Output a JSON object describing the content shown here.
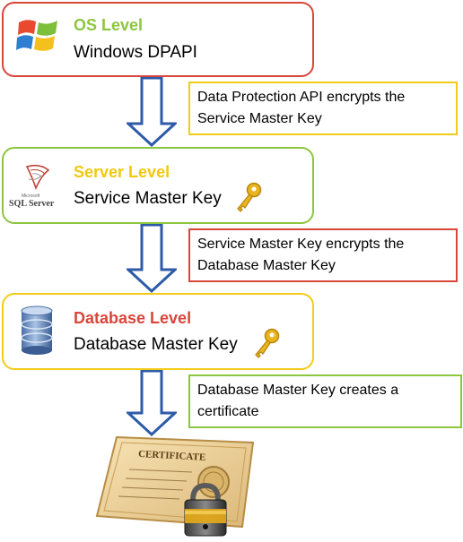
{
  "levels": {
    "os": {
      "title": "OS Level",
      "subtitle": "Windows DPAPI",
      "border_color": "#d9463b",
      "title_color": "#8cc63f"
    },
    "server": {
      "title": "Server Level",
      "subtitle": "Service Master Key",
      "border_color": "#8cc63f",
      "title_color": "#f2c80f",
      "logo_text": "SQL Server",
      "logo_small": "Microsoft"
    },
    "database": {
      "title": "Database Level",
      "subtitle": "Database Master Key",
      "border_color": "#f2cc18",
      "title_color": "#d9463b"
    }
  },
  "notes": [
    {
      "text_line1": "Data Protection API encrypts the",
      "text_line2": "Service Master Key",
      "border_color": "#f2cc18"
    },
    {
      "text_line1": "Service Master Key encrypts the",
      "text_line2": "Database Master Key",
      "border_color": "#d9463b"
    },
    {
      "text_line1": "Database Master Key creates a",
      "text_line2": "certificate",
      "border_color": "#8cc63f"
    }
  ],
  "certificate": {
    "heading": "CERTIFICATE"
  },
  "icons": {
    "os": "windows-logo-icon",
    "server": "sql-server-logo-icon",
    "database": "database-cylinder-icon",
    "key": "golden-key-icon",
    "certificate": "certificate-with-padlock-icon"
  },
  "arrow_color": "#2e5aa8"
}
